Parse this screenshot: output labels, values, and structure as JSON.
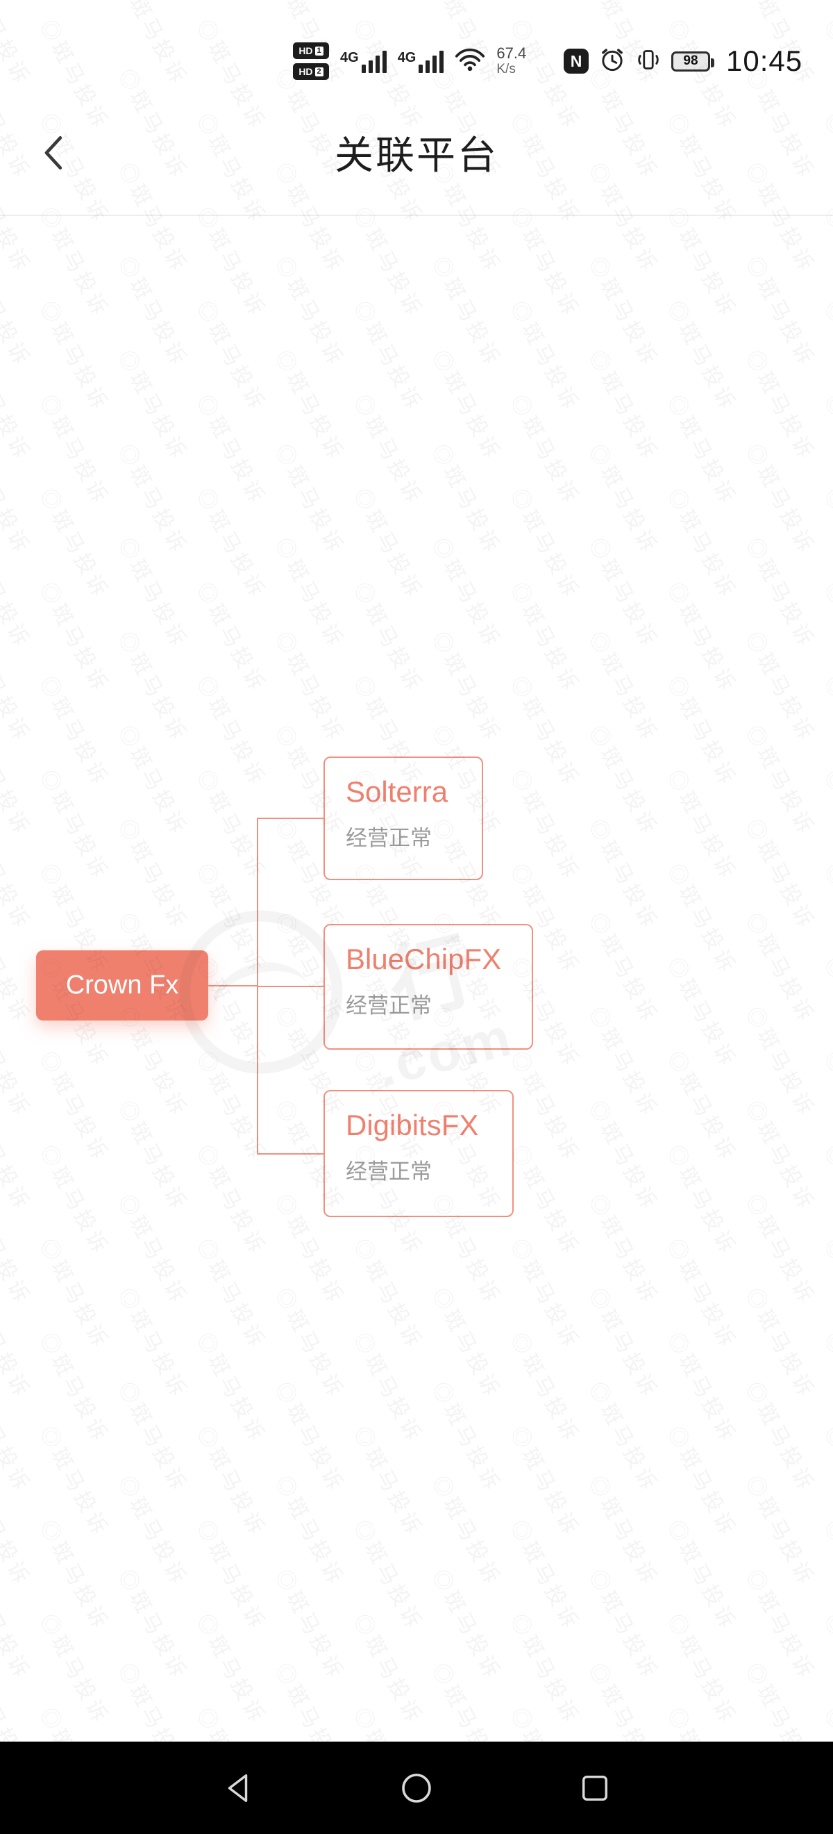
{
  "status_bar": {
    "volte_badges": [
      {
        "label": "HD",
        "num": "1"
      },
      {
        "label": "HD",
        "num": "2"
      }
    ],
    "networks": [
      "4G",
      "4G"
    ],
    "speed": {
      "value": "67.4",
      "unit": "K/s"
    },
    "nfc_label": "N",
    "battery_level": "98",
    "time": "10:45"
  },
  "header": {
    "title": "关联平台"
  },
  "diagram": {
    "root": {
      "label": "Crown Fx"
    },
    "children": [
      {
        "name": "Solterra",
        "status": "经营正常"
      },
      {
        "name": "BlueChipFX",
        "status": "经营正常"
      },
      {
        "name": "DigibitsFX",
        "status": "经营正常"
      }
    ]
  },
  "watermark": {
    "logo_glyph": "◎",
    "tile_text": "斑马投诉",
    "center_text": "行",
    "center_suffix": ".com"
  },
  "colors": {
    "accent": "#F0806E",
    "border": "#F2907F",
    "status_text": "#9B9B9B"
  }
}
